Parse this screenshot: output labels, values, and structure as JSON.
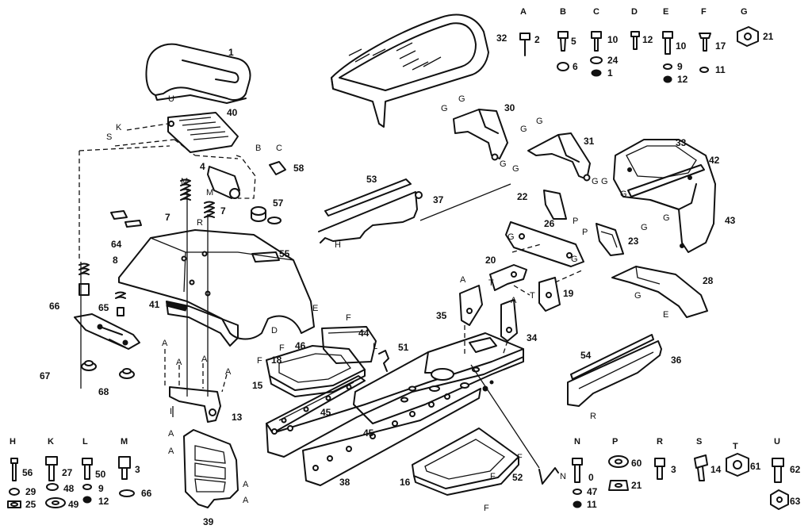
{
  "parts": [
    {
      "id": "p1",
      "label": "1"
    },
    {
      "id": "p2",
      "label": "32"
    },
    {
      "id": "p3",
      "label": "40"
    },
    {
      "id": "p4",
      "label": "58"
    },
    {
      "id": "p5",
      "label": "4"
    },
    {
      "id": "p6",
      "label": "7"
    },
    {
      "id": "p7",
      "label": "7"
    },
    {
      "id": "p8",
      "label": "57"
    },
    {
      "id": "p9",
      "label": "64"
    },
    {
      "id": "p10",
      "label": "55"
    },
    {
      "id": "p11",
      "label": "8"
    },
    {
      "id": "p12",
      "label": "41"
    },
    {
      "id": "p13",
      "label": "66"
    },
    {
      "id": "p14",
      "label": "65"
    },
    {
      "id": "p15",
      "label": "67"
    },
    {
      "id": "p16",
      "label": "68"
    },
    {
      "id": "p17",
      "label": "13"
    },
    {
      "id": "p18",
      "label": "39"
    },
    {
      "id": "p19",
      "label": "44"
    },
    {
      "id": "p20",
      "label": "46"
    },
    {
      "id": "p21",
      "label": "18"
    },
    {
      "id": "p22",
      "label": "15"
    },
    {
      "id": "p23",
      "label": "45"
    },
    {
      "id": "p24",
      "label": "45"
    },
    {
      "id": "p25",
      "label": "51"
    },
    {
      "id": "p26",
      "label": "38"
    },
    {
      "id": "p27",
      "label": "16"
    },
    {
      "id": "p28",
      "label": "52"
    },
    {
      "id": "p29",
      "label": "53"
    },
    {
      "id": "p30",
      "label": "37"
    },
    {
      "id": "p31",
      "label": "30"
    },
    {
      "id": "p32",
      "label": "31"
    },
    {
      "id": "p33",
      "label": "33"
    },
    {
      "id": "p34",
      "label": "42"
    },
    {
      "id": "p35",
      "label": "43"
    },
    {
      "id": "p36",
      "label": "22"
    },
    {
      "id": "p37",
      "label": "26"
    },
    {
      "id": "p38",
      "label": "23"
    },
    {
      "id": "p39",
      "label": "28"
    },
    {
      "id": "p40",
      "label": "20"
    },
    {
      "id": "p41",
      "label": "19"
    },
    {
      "id": "p42",
      "label": "35"
    },
    {
      "id": "p43",
      "label": "34"
    },
    {
      "id": "p44",
      "label": "54"
    },
    {
      "id": "p45",
      "label": "36"
    }
  ],
  "refs": [
    {
      "id": "r1",
      "label": "U"
    },
    {
      "id": "r2",
      "label": "K"
    },
    {
      "id": "r3",
      "label": "S"
    },
    {
      "id": "r4",
      "label": "B"
    },
    {
      "id": "r5",
      "label": "C"
    },
    {
      "id": "r6",
      "label": "M"
    },
    {
      "id": "r7",
      "label": "M"
    },
    {
      "id": "r8",
      "label": "R"
    },
    {
      "id": "r9",
      "label": "E"
    },
    {
      "id": "r10",
      "label": "D"
    },
    {
      "id": "r11",
      "label": "F"
    },
    {
      "id": "r12",
      "label": "L"
    },
    {
      "id": "r13",
      "label": "A"
    },
    {
      "id": "r14",
      "label": "A"
    },
    {
      "id": "r15",
      "label": "A"
    },
    {
      "id": "r16",
      "label": "A"
    },
    {
      "id": "r17",
      "label": "I"
    },
    {
      "id": "r18",
      "label": "A"
    },
    {
      "id": "r19",
      "label": "A"
    },
    {
      "id": "r20",
      "label": "A"
    },
    {
      "id": "r21",
      "label": "A"
    },
    {
      "id": "r22",
      "label": "F"
    },
    {
      "id": "r23",
      "label": "F"
    },
    {
      "id": "r24",
      "label": "F"
    },
    {
      "id": "r25",
      "label": "F"
    },
    {
      "id": "r26",
      "label": "F"
    },
    {
      "id": "r27",
      "label": "N"
    },
    {
      "id": "r28",
      "label": "H"
    },
    {
      "id": "r29",
      "label": "G"
    },
    {
      "id": "r30",
      "label": "G"
    },
    {
      "id": "r31",
      "label": "G"
    },
    {
      "id": "r32",
      "label": "G"
    },
    {
      "id": "r33",
      "label": "G"
    },
    {
      "id": "r34",
      "label": "G"
    },
    {
      "id": "r35",
      "label": "P"
    },
    {
      "id": "r36",
      "label": "P"
    },
    {
      "id": "r37",
      "label": "G"
    },
    {
      "id": "r38",
      "label": "G"
    },
    {
      "id": "r39",
      "label": "G"
    },
    {
      "id": "r40",
      "label": "G"
    },
    {
      "id": "r41",
      "label": "G"
    },
    {
      "id": "r42",
      "label": "T"
    },
    {
      "id": "r43",
      "label": "T"
    },
    {
      "id": "r44",
      "label": "A"
    },
    {
      "id": "r45",
      "label": "A"
    },
    {
      "id": "r46",
      "label": "R"
    },
    {
      "id": "r47",
      "label": "G"
    },
    {
      "id": "r48",
      "label": "G"
    },
    {
      "id": "r49",
      "label": "G"
    },
    {
      "id": "r50",
      "label": "E"
    }
  ],
  "hardware": [
    {
      "col": "A",
      "items": [
        "2"
      ]
    },
    {
      "col": "B",
      "items": [
        "5",
        "6"
      ]
    },
    {
      "col": "C",
      "items": [
        "10",
        "24",
        "1"
      ]
    },
    {
      "col": "D",
      "items": [
        "12"
      ]
    },
    {
      "col": "E",
      "items": [
        "10",
        "9",
        "12"
      ]
    },
    {
      "col": "F",
      "items": [
        "17",
        "11"
      ]
    },
    {
      "col": "G",
      "items": [
        "21"
      ]
    },
    {
      "col": "H",
      "items": [
        "56",
        "29",
        "25"
      ]
    },
    {
      "col": "K",
      "items": [
        "27",
        "48",
        "49"
      ]
    },
    {
      "col": "L",
      "items": [
        "50",
        "9",
        "12"
      ]
    },
    {
      "col": "M",
      "items": [
        "3",
        "66"
      ]
    },
    {
      "col": "N",
      "items": [
        "0",
        "47",
        "11"
      ]
    },
    {
      "col": "P",
      "items": [
        "60",
        "21"
      ]
    },
    {
      "col": "R",
      "items": [
        "3"
      ]
    },
    {
      "col": "S",
      "items": [
        "14"
      ]
    },
    {
      "col": "T",
      "items": [
        "61"
      ]
    },
    {
      "col": "U",
      "items": [
        "62",
        "63"
      ]
    }
  ]
}
